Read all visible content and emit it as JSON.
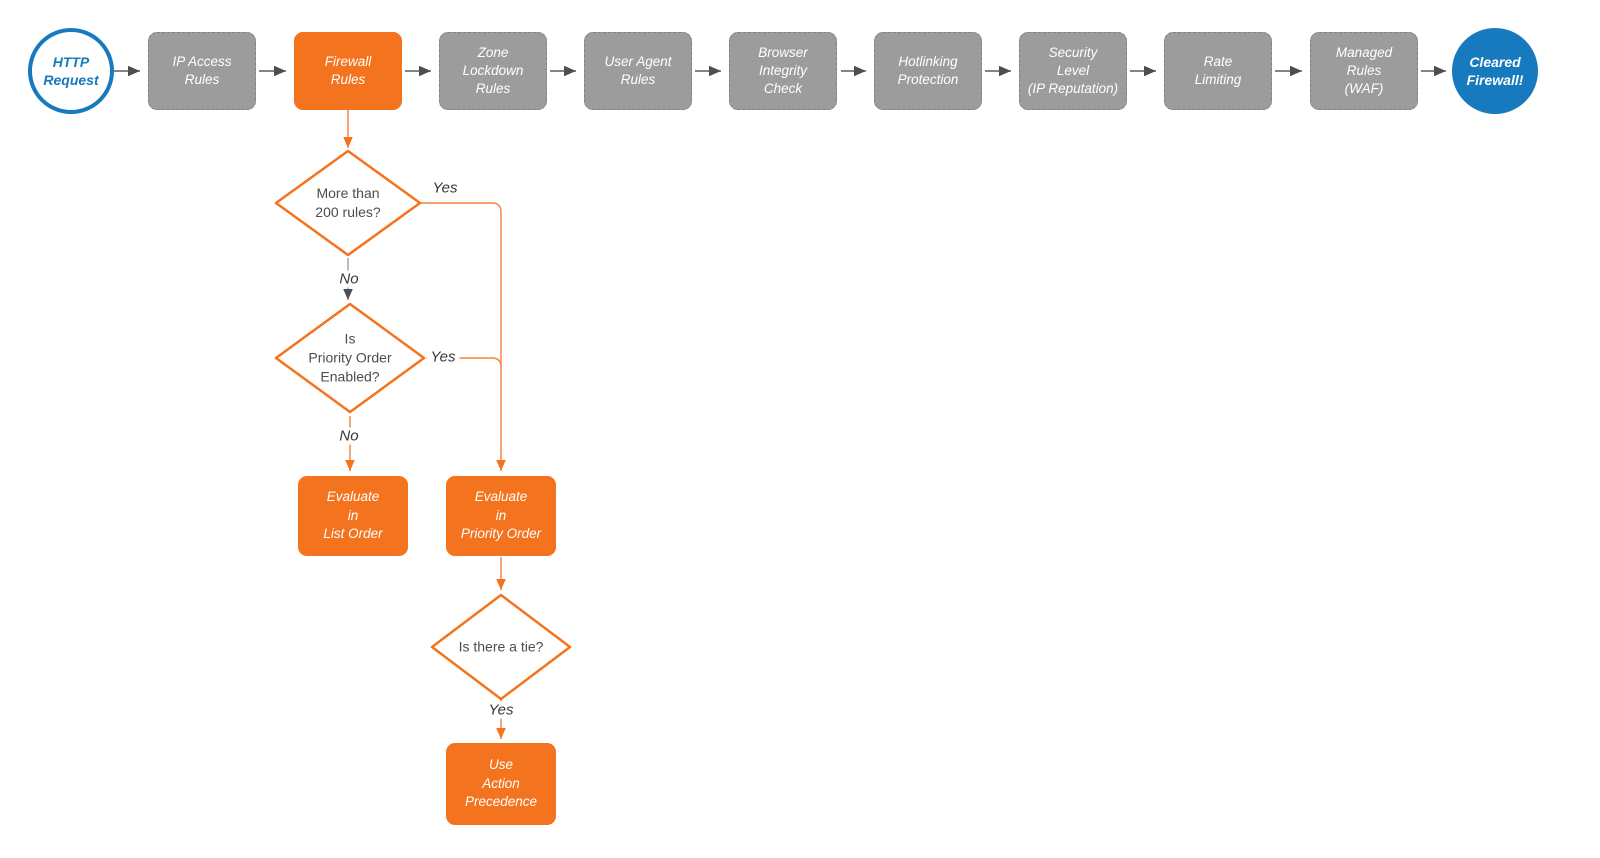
{
  "colors": {
    "accent_orange": "#F4731F",
    "node_gray": "#9C9C9C",
    "brand_blue": "#1779BE",
    "connector_dark": "#5B5B5B",
    "connector_orange": "#F6813F"
  },
  "flow": {
    "nodes": [
      {
        "id": "http-request",
        "shape": "circle-outline",
        "label": "HTTP\nRequest"
      },
      {
        "id": "ip-access-rules",
        "shape": "box",
        "label": "IP Access\nRules"
      },
      {
        "id": "firewall-rules",
        "shape": "box-accent",
        "label": "Firewall\nRules"
      },
      {
        "id": "zone-lockdown",
        "shape": "box",
        "label": "Zone\nLockdown\nRules"
      },
      {
        "id": "user-agent-rules",
        "shape": "box",
        "label": "User Agent\nRules"
      },
      {
        "id": "browser-integrity",
        "shape": "box",
        "label": "Browser\nIntegrity\nCheck"
      },
      {
        "id": "hotlinking",
        "shape": "box",
        "label": "Hotlinking\nProtection"
      },
      {
        "id": "security-level",
        "shape": "box",
        "label": "Security\nLevel\n(IP Reputation)"
      },
      {
        "id": "rate-limiting",
        "shape": "box",
        "label": "Rate\nLimiting"
      },
      {
        "id": "managed-rules",
        "shape": "box",
        "label": "Managed\nRules\n(WAF)"
      },
      {
        "id": "cleared-firewall",
        "shape": "circle-filled",
        "label": "Cleared\nFirewall!"
      }
    ],
    "decisions": [
      {
        "id": "more-than-200-rules",
        "label": "More than\n200 rules?",
        "yes_label": "Yes",
        "no_label": "No"
      },
      {
        "id": "priority-order-enabled",
        "label": "Is\nPriority Order\nEnabled?",
        "yes_label": "Yes",
        "no_label": "No"
      },
      {
        "id": "is-there-a-tie",
        "label": "Is there a tie?",
        "yes_label": "Yes"
      }
    ],
    "actions": [
      {
        "id": "evaluate-list-order",
        "label": "Evaluate\nin\nList Order"
      },
      {
        "id": "evaluate-priority-order",
        "label": "Evaluate\nin\nPriority Order"
      },
      {
        "id": "use-action-precedence",
        "label": "Use\nAction\nPrecedence"
      }
    ]
  }
}
